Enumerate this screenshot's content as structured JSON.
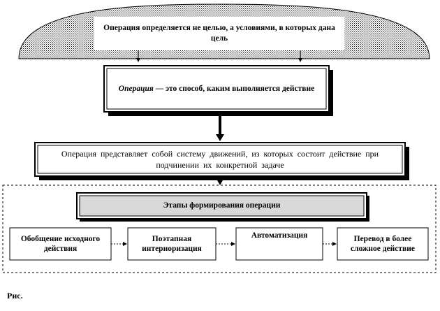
{
  "diagram": {
    "top_box": "Операция определяется не целью, а условиями, в которых дана цель",
    "definition_box": {
      "term": "Операция",
      "text": " — это способ, каким выполняется действие"
    },
    "system_box": "Операция представляет собой систему движений, из которых состоит действие при подчинении их конкретной задаче",
    "stages_title": "Этапы формирования операции",
    "stages": [
      "Обобщение исходного действия",
      "Поэтапная интериоризация",
      "Автоматизация",
      "Перевод в более сложное действие"
    ]
  },
  "caption": "Рис."
}
